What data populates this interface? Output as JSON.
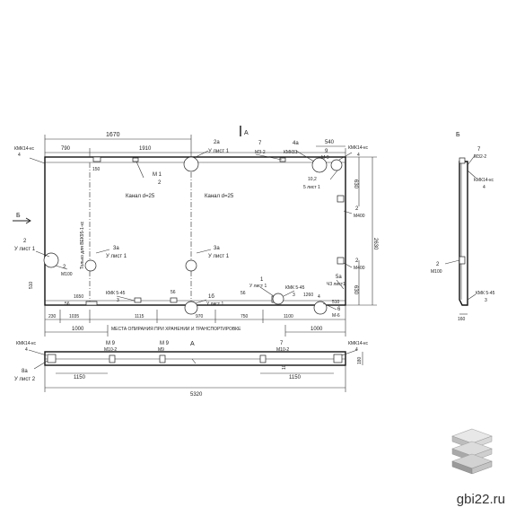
{
  "view_marks": {
    "section_a": "А",
    "view_b": "Б",
    "section_a_bottom": "А",
    "arrow_b": "Б"
  },
  "dims_top": {
    "d1670": "1670",
    "d790": "790",
    "d1910": "1910"
  },
  "dims_bottom": {
    "d230": "230",
    "d1035": "1035",
    "d1115": "1115",
    "d970": "970",
    "d750": "750",
    "d1100": "1100",
    "d1000_left": "1000",
    "d1000_right": "1000"
  },
  "dims_right": {
    "d2630": "2630",
    "d630_top": "630",
    "d630_bottom": "630",
    "d540": "540",
    "d510": "510"
  },
  "dims_misc": {
    "d150": "150",
    "d510_left": "510",
    "d1650": "1650",
    "d1260": "1260",
    "d56": "56",
    "d56b": "56"
  },
  "dims_section": {
    "d1150_left": "1150",
    "d1150_right": "1150",
    "d5320": "5320",
    "d180": "180",
    "d10": "10",
    "d160": "160"
  },
  "callouts": {
    "kmk_left": "КМК14-кс",
    "kmk_left_num": "4",
    "kmk_right": "КМК14-кс",
    "kmk_right_num": "4",
    "kmk_bottom_left": "КМК 5-45",
    "kmk_bottom_left_num": "3",
    "kmk_bottom_right": "КМК 5-45",
    "kmk_bottom_right_num": "3",
    "kmk_sec_left": "КМК14-кс",
    "kmk_sec_left_num": "4",
    "kmk_sec_right": "КМК14-кс",
    "kmk_sec_right_num": "4",
    "kmk_side": "КМК14-кс",
    "kmk_side_num": "4",
    "kmk_side_bottom": "КМК 5-45",
    "kmk_side_bottom_num": "3",
    "p2a_top": "2а",
    "p2a_top_sub": "У лист 1",
    "p7_top": "7",
    "p7_top_sub": "МЗ-2",
    "p4a_top": "4а",
    "p4a_top_sub": "КМК81",
    "p9_top": "9",
    "p9_top_sub": "М-9",
    "p10_top": "10,2",
    "p10_top_sub": "5 лист 1",
    "p2_top": "2",
    "p2_top_sub": "М 1",
    "p2_right": "2",
    "p2_right_sub": "М400",
    "p2_right2": "2",
    "p2_right2_sub": "М400",
    "p5a_right": "5а",
    "p5a_right_sub": "Ч3 лист1",
    "p2_left": "2",
    "p2_left_sub": "У лист 1",
    "p2_left2": "2",
    "p2_left2_sub": "М100",
    "p3a_mid_left": "3а",
    "p3a_mid_left_sub": "У лист 1",
    "p3a_mid": "3а",
    "p3a_mid_sub": "У лист 1",
    "p1_bottom": "1",
    "p1_bottom_sub": "У лист 1",
    "p1b": "1б",
    "p1b_sub": "У лист 1",
    "p56": "56",
    "p6_bottom": "6",
    "p6_bottom_sub": "М-6",
    "p4_bottom": "4",
    "p4_bottom_sub": "У лист 1",
    "p3_bottom": "3",
    "canal_left": "Канал d=25",
    "canal_right": "Канал d=25",
    "vertical_note": "Только для ВЕК95-1-кс",
    "supports_note": "МЕСТА ОПИРАНИЯ ПРИ ХРАНЕНИИ И ТРАНСПОРТИРОВКЕ",
    "sec_m9_left": "М 9",
    "sec_m9_left_sub": "М10-2",
    "sec_m9_right": "М 9",
    "sec_m9_right_sub": "М9",
    "sec_7": "7",
    "sec_7_sub": "М10-2",
    "sec_8a": "8а",
    "sec_8a_sub": "У лист 2",
    "side_7": "7",
    "side_7_sub": "М32-2",
    "side_2": "2",
    "side_2_sub": "М100"
  },
  "brand": {
    "site": "gbi22.ru"
  }
}
